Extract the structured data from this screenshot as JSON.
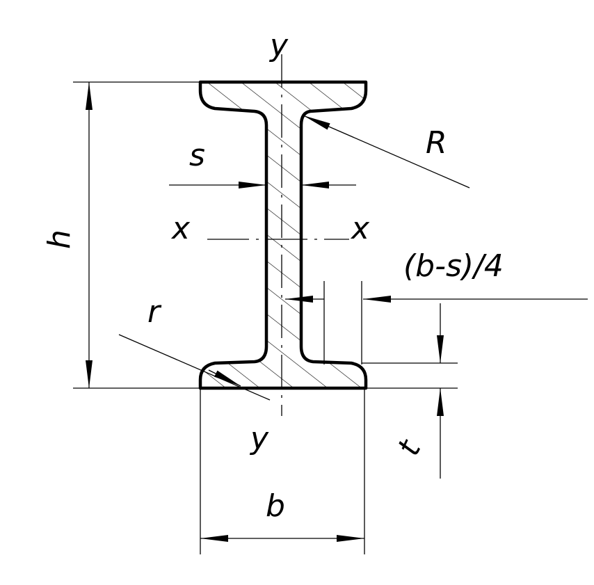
{
  "labels": {
    "axis_y_top": "y",
    "axis_y_bottom": "y",
    "axis_x_left": "x",
    "axis_x_right": "x",
    "height": "h",
    "web_thickness": "s",
    "fillet_radius": "R",
    "flange_radius": "r",
    "slope_point": "(b-s)/4",
    "flange_width": "b",
    "flange_thickness": "t"
  },
  "colors": {
    "line": "#000000",
    "background": "#ffffff"
  }
}
